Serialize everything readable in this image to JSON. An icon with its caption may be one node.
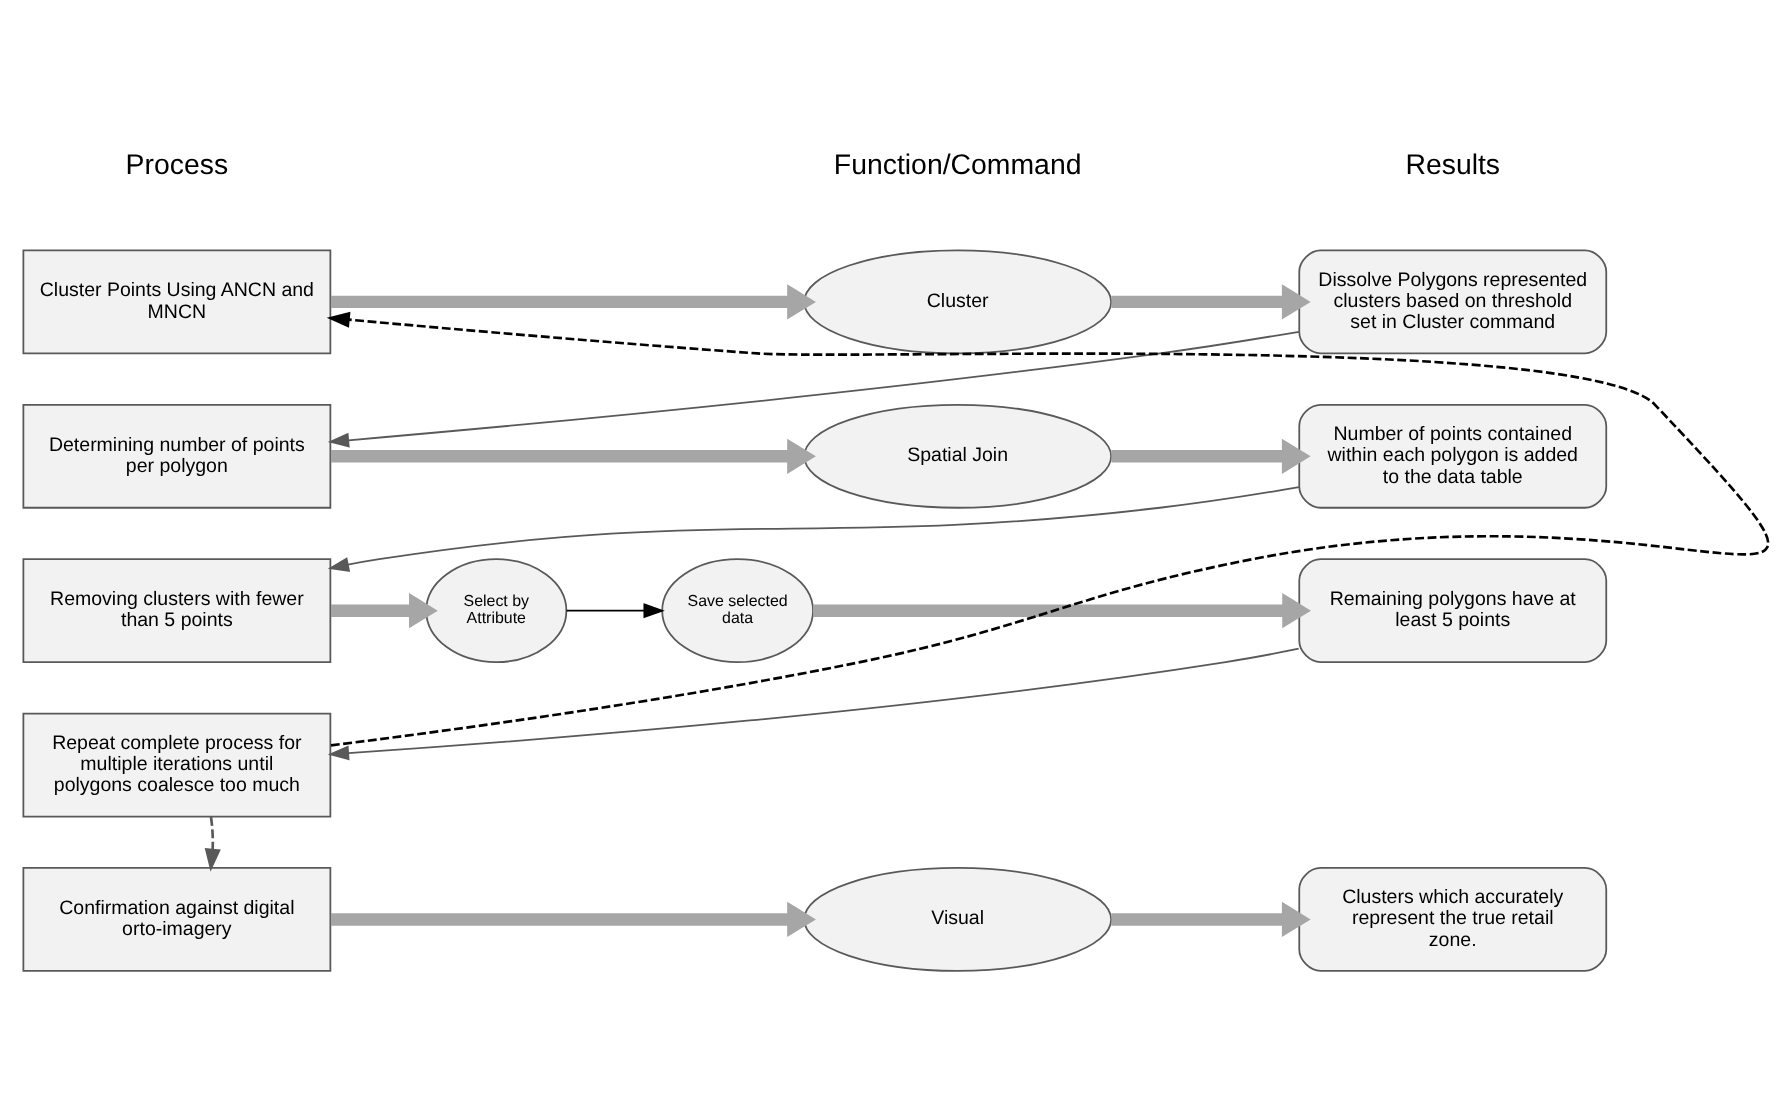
{
  "diagram": {
    "nodes": [
      {
        "text": [
          "Cluster Points Using ANCN and MNCN"
        ]
      },
      {
        "text": [
          "Cluster"
        ]
      },
      {
        "text": [
          "Dissolve Polygons represented clusters based on threshold set in Cluster command"
        ]
      },
      {
        "text": [
          "Determining number of points per polygon"
        ]
      },
      {
        "text": [
          "Spatial Join"
        ]
      },
      {
        "text": [
          "Number of points contained within each polygon is added to the data table"
        ]
      },
      {
        "text": [
          "Removing clusters with fewer than 5 points"
        ]
      },
      {
        "text": [
          "Select by Attribute"
        ]
      },
      {
        "text": [
          "Save selected data"
        ]
      },
      {
        "text": [
          "Remaining polygons have at least 5 points"
        ]
      },
      {
        "text": [
          "Repeat complete process for multiple iterations until polygons coalesce too much"
        ]
      },
      {
        "text": [
          "Confirmation against digital orto-imagery"
        ]
      },
      {
        "text": [
          "Visual"
        ]
      },
      {
        "text": [
          "Clusters which accurately represent the true retail zone."
        ]
      }
    ],
    "edges": [
      {
        "from": 0,
        "to": 1,
        "arrow": "to"
      },
      {
        "from": 1,
        "to": 2,
        "arrow": "to"
      },
      {
        "from": 2,
        "to": 3,
        "arrow": "to",
        "color": "#595959"
      },
      {
        "from": 3,
        "to": 4,
        "arrow": "to"
      },
      {
        "from": 4,
        "to": 5,
        "arrow": "to"
      },
      {
        "from": 5,
        "to": 6,
        "arrow": "to",
        "color": "#595959"
      },
      {
        "from": 6,
        "to": 7,
        "arrow": "to"
      },
      {
        "from": 7,
        "to": 8,
        "arrow": "to",
        "color": "#000000"
      },
      {
        "from": 8,
        "to": 9,
        "arrow": "to"
      },
      {
        "from": 9,
        "to": 10,
        "arrow": "to",
        "color": "#595959"
      },
      {
        "from": 10,
        "to": 0,
        "arrow": "to",
        "style": "dashed",
        "color": "#000000"
      },
      {
        "from": 10,
        "to": 11,
        "arrow": "to",
        "style": "dashed",
        "color": "#595959"
      },
      {
        "from": 11,
        "to": 12,
        "arrow": "to"
      },
      {
        "from": 12,
        "to": 13,
        "arrow": "to"
      }
    ],
    "labels": [
      "Process",
      "Function/Command",
      "Results"
    ]
  }
}
